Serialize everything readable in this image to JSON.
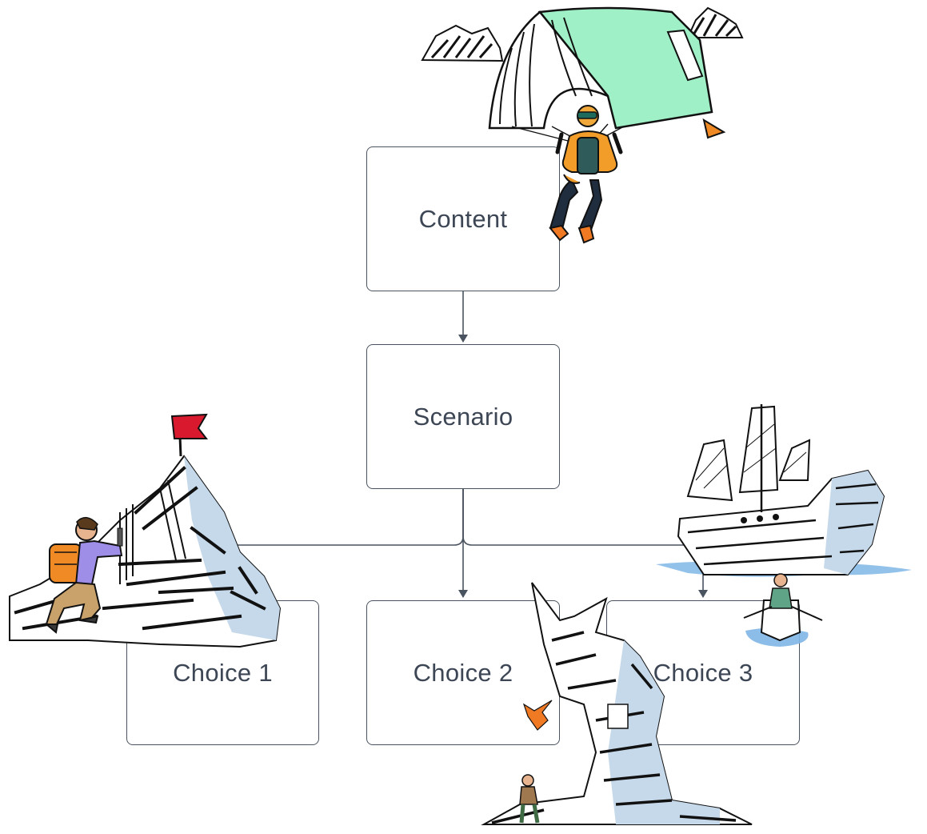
{
  "diagram": {
    "nodes": {
      "content": "Content",
      "scenario": "Scenario",
      "choice_1": "Choice 1",
      "choice_2": "Choice 2",
      "choice_3": "Choice 3"
    },
    "edges": [
      {
        "from": "Content",
        "to": "Scenario"
      },
      {
        "from": "Scenario",
        "to": "Choice 1"
      },
      {
        "from": "Scenario",
        "to": "Choice 2"
      },
      {
        "from": "Scenario",
        "to": "Choice 3"
      }
    ]
  },
  "colors": {
    "node_border": "#4a5360",
    "node_text": "#3d4654",
    "connector": "#4a5360",
    "paraglider_canopy": "#9ff0c6",
    "flag_red": "#d8192e",
    "backpack_orange": "#f08a24",
    "sketch_blue": "#c6d9ea",
    "water_blue": "#7fb6e6"
  },
  "illustrations": [
    "paraglider-icon",
    "mountain-climber-icon",
    "sailing-ship-icon",
    "rowboat-icon",
    "dragon-icon"
  ]
}
